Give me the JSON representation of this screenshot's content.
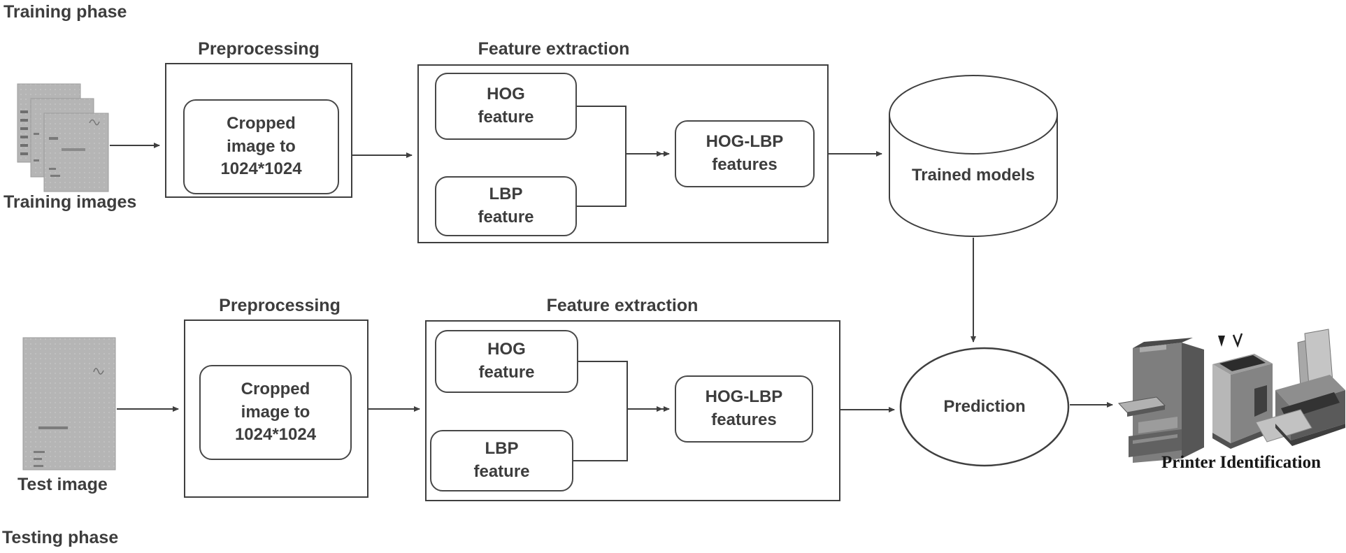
{
  "training": {
    "phase_label": "Training phase",
    "input_label": "Training images",
    "preprocessing_title": "Preprocessing",
    "crop_step": "Cropped\nimage to\n1024*1024",
    "feature_extraction_title": "Feature extraction",
    "hog": "HOG\nfeature",
    "lbp": "LBP\nfeature",
    "combined": "HOG-LBP\nfeatures",
    "model_store": "Trained models"
  },
  "testing": {
    "phase_label": "Testing phase",
    "input_label": "Test image",
    "preprocessing_title": "Preprocessing",
    "crop_step": "Cropped\nimage to\n1024*1024",
    "feature_extraction_title": "Feature extraction",
    "hog": "HOG\nfeature",
    "lbp": "LBP\nfeature",
    "combined": "HOG-LBP\nfeatures",
    "prediction": "Prediction",
    "output_label": "Printer Identification"
  },
  "colors": {
    "line": "#3f3f3f",
    "text": "#3d3d3d",
    "page_fill": "#b5b5b5",
    "output_text": "#161616"
  }
}
